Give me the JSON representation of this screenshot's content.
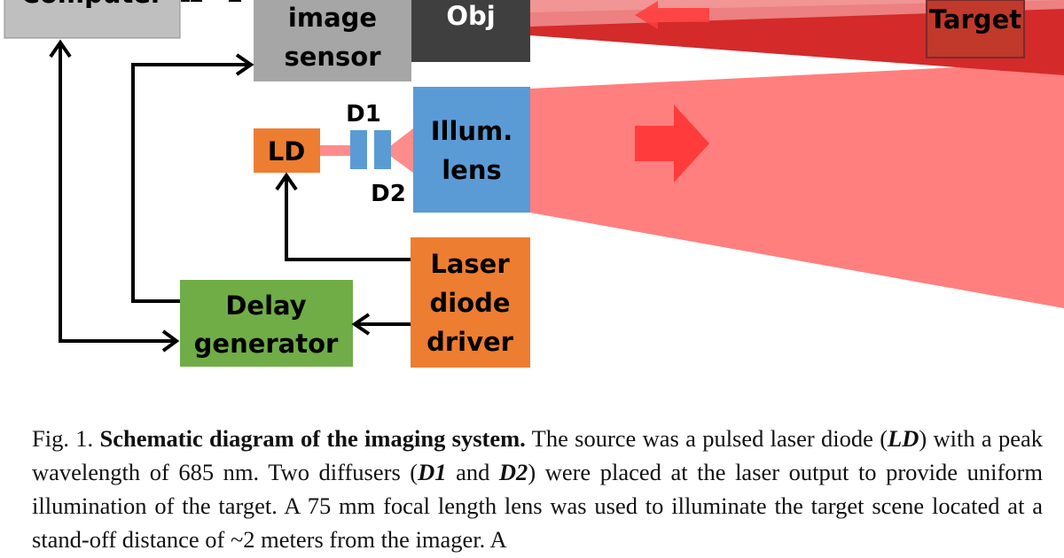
{
  "diagram": {
    "boxes": {
      "computer": {
        "line1": "Computer",
        "color": "#bfbfbf",
        "text_color": "#000000"
      },
      "image_sensor": {
        "line1": "image",
        "line2": "sensor",
        "color": "#a6a6a6",
        "text_color": "#000000"
      },
      "obj": {
        "line1": "Obj",
        "color": "#3f3f3f",
        "text_color": "#ffffff"
      },
      "target": {
        "line1": "Target",
        "color": "#c0392b",
        "text_color": "#000000"
      },
      "ld": {
        "line1": "LD",
        "color": "#ed7d31",
        "text_color": "#000000"
      },
      "illum_lens": {
        "line1": "Illum.",
        "line2": "lens",
        "color": "#5b9bd5",
        "text_color": "#000000"
      },
      "laser_diode_driver": {
        "line1": "Laser",
        "line2": "diode",
        "line3": "driver",
        "color": "#ed7d31",
        "text_color": "#000000"
      },
      "delay_generator": {
        "line1": "Delay",
        "line2": "generator",
        "color": "#70ad47",
        "text_color": "#000000"
      }
    },
    "labels": {
      "d1": "D1",
      "d2": "D2"
    },
    "colors": {
      "beam_light": "#ff7f7f",
      "beam_dark": "#d42a2a",
      "arrow_red": "#ff3b3b",
      "diffuser": "#5b9bd5",
      "laser_line": "#ff8c8c"
    }
  },
  "caption": {
    "fig_label": "Fig. 1. ",
    "title": "Schematic diagram of the imaging system.",
    "t1": " The source was a pulsed laser diode (",
    "ld": "LD",
    "t2": ") with a peak wavelength of 685 nm. Two diffusers (",
    "d1": "D1",
    "t3": " and ",
    "d2": "D2",
    "t4": ") were placed at the laser output to provide uniform illumination of the target. A 75 mm focal length lens was used to illuminate the target scene located at a stand-off distance of ~2 meters from the imager. A"
  }
}
